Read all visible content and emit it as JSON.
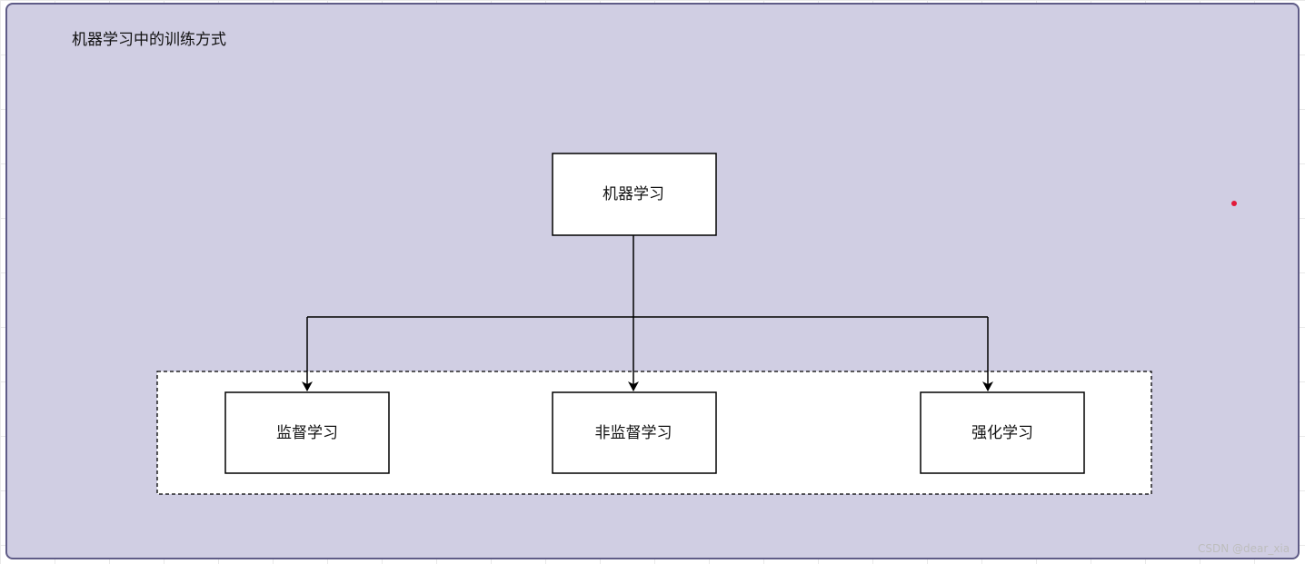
{
  "diagram": {
    "title": "机器学习中的训练方式",
    "root": {
      "label": "机器学习"
    },
    "children": [
      {
        "label": "监督学习"
      },
      {
        "label": "非监督学习"
      },
      {
        "label": "强化学习"
      }
    ]
  },
  "watermark": "CSDN @dear_xia",
  "colors": {
    "container_fill": "#d0cee3",
    "container_border": "#5f5c87",
    "node_fill": "#ffffff",
    "stroke": "#000000",
    "marker": "#e21a3a"
  }
}
